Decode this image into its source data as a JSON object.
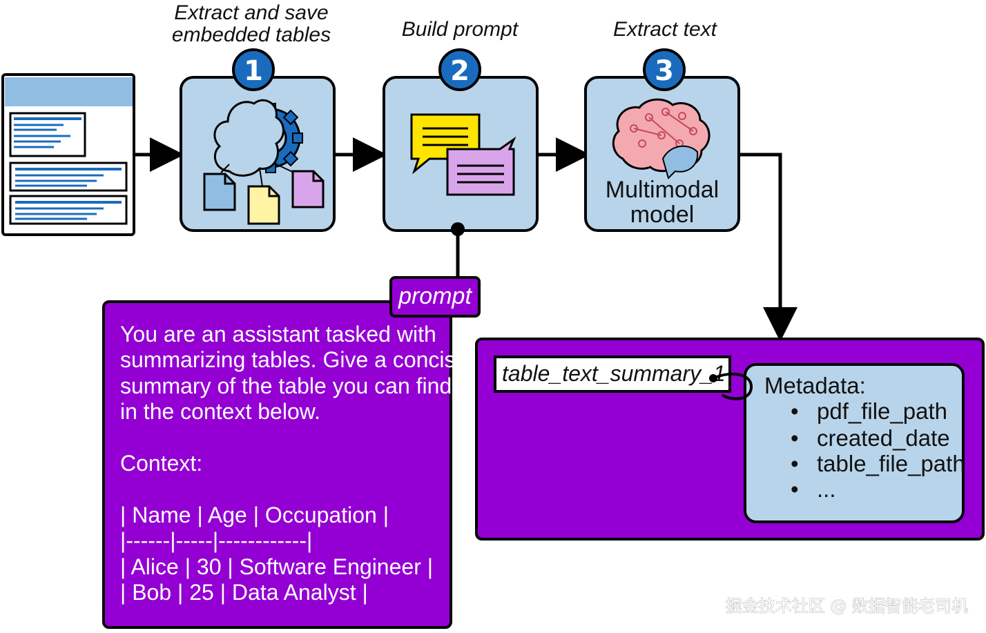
{
  "stages": [
    {
      "number": "1",
      "label_lines": [
        "Extract and save",
        "embedded tables"
      ]
    },
    {
      "number": "2",
      "label_lines": [
        "Build prompt"
      ]
    },
    {
      "number": "3",
      "label_lines": [
        "Extract text"
      ]
    }
  ],
  "model": {
    "lines": [
      "Multimodal",
      "model"
    ]
  },
  "prompt": {
    "tag": "prompt",
    "lines": [
      "You are an assistant tasked with",
      "summarizing tables. Give a concise",
      "summary of the table you can find",
      "in the context below.",
      "",
      "Context:",
      "",
      "| Name | Age | Occupation |",
      "|------|-----|------------|",
      "| Alice | 30 | Software Engineer |",
      "| Bob | 25 | Data Analyst |"
    ]
  },
  "output": {
    "summary_tag": "table_text_summary_1",
    "metadata_title": "Metadata:",
    "metadata_items": [
      "pdf_file_path",
      "created_date",
      "table_file_path",
      "..."
    ]
  },
  "watermark": "掘金技术社区 @ 数据智能老司机",
  "colors": {
    "box_fill": "#b8d4ea",
    "step_circle": "#1a6bbd",
    "purple": "#9400d3",
    "arrow": "#000000",
    "meta_fill": "#b8d4ea"
  }
}
